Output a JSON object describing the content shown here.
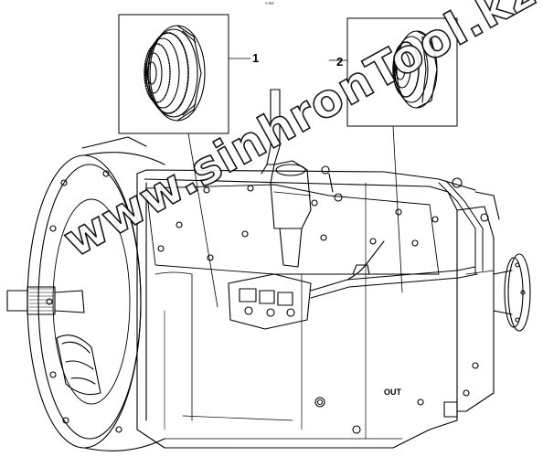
{
  "tiny_mark": "ч.км",
  "callouts": {
    "one": "1",
    "two": "2"
  },
  "housing_label": "OUT",
  "watermark": "www.sinhronTool.kz",
  "colors": {
    "line": "#000000",
    "background": "#ffffff"
  }
}
